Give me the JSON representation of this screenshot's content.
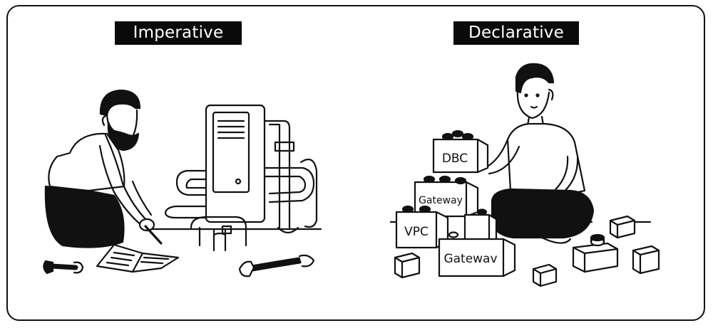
{
  "panels": {
    "left": {
      "title": "Imperative"
    },
    "right": {
      "title": "Declarative",
      "blocks": {
        "dbc": "DBC",
        "gateway_top": "Gateway",
        "vpc": "VPC",
        "gateway_bottom": "Gatewav"
      }
    }
  },
  "colors": {
    "ink": "#111111",
    "background": "#ffffff",
    "title_bg": "#0a0a0a",
    "title_text": "#ffffff"
  }
}
